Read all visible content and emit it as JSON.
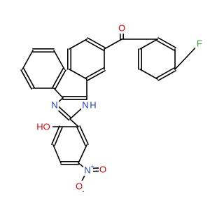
{
  "labels": {
    "carbonyl_o": "O",
    "fluorine": "F",
    "imidazole_n": "N",
    "imidazole_nh": "N",
    "imidazole_h": "H",
    "hydroxyl": "HO",
    "nitro_n": "N",
    "nitro_n_charge": "+",
    "nitro_o_double": "O",
    "nitro_o_single": "O",
    "nitro_o_charge": "-"
  },
  "colors": {
    "bond": "#000000",
    "carbon": "#000000",
    "oxygen": "#e8000b",
    "nitrogen": "#1f3cd6",
    "fluorine": "#2aa02a"
  }
}
